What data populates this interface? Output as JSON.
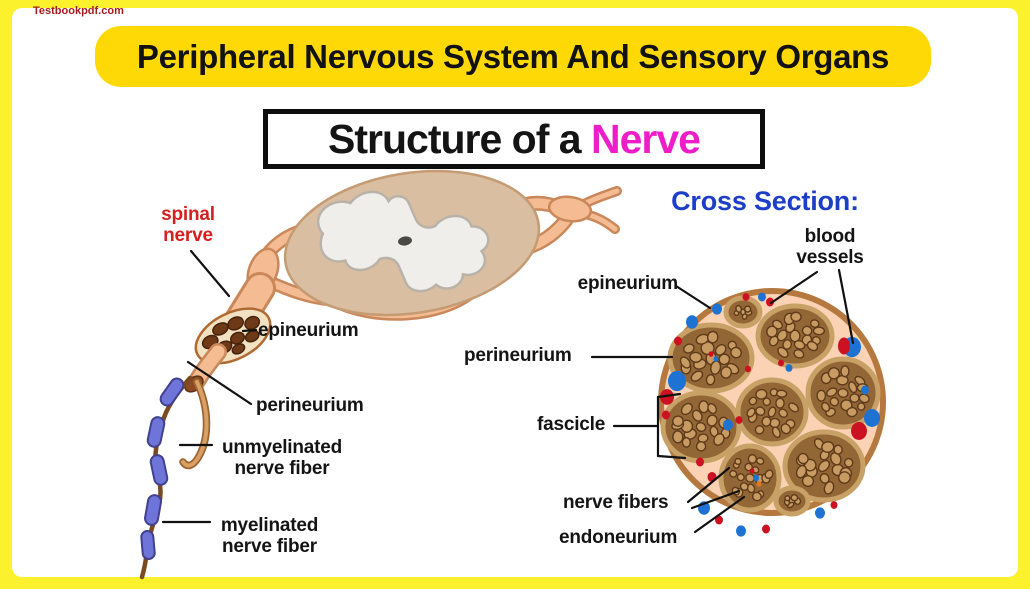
{
  "watermark": {
    "text": "Testbookpdf.com"
  },
  "banner": {
    "title": "Peripheral Nervous System And Sensory Organs"
  },
  "heading": {
    "prefix": "Structure of a ",
    "highlight": "Nerve"
  },
  "left_diagram": {
    "labels": {
      "spinal_nerve": {
        "line1": "spinal",
        "line2": "nerve"
      },
      "epineurium": "epineurium",
      "perineurium": "perineurium",
      "unmyelinated": {
        "line1": "unmyelinated",
        "line2": "nerve fiber"
      },
      "myelinated": {
        "line1": "myelinated",
        "line2": "nerve fiber"
      }
    }
  },
  "cross_section": {
    "title": "Cross Section:",
    "labels": {
      "blood_vessels": {
        "line1": "blood",
        "line2": "vessels"
      },
      "epineurium": "epineurium",
      "perineurium": "perineurium",
      "fascicle": "fascicle",
      "nerve_fibers": "nerve fibers",
      "endoneurium": "endoneurium"
    }
  },
  "colors": {
    "page_bg": "#FBF12D",
    "banner_bg": "#FFD906",
    "banner_text": "#121212",
    "heading_highlight": "#ED1EC8",
    "watermark_text": "#A51C1C",
    "spinal_nerve_label": "#D6201F",
    "cross_section_title": "#1C3EC8",
    "label_text": "#141414",
    "nerve_salmon": "#F5BC94",
    "nerve_salmon_outline": "#C9875A",
    "cord_fill": "#D9BEA2",
    "cord_outline": "#C59B73",
    "gray_matter": "#F0EEEA",
    "fascicle_ring": "#C8A167",
    "fascicle_fill": "#936636",
    "fiber_fill": "#C79B62",
    "fiber_outline": "#5E3A1B",
    "cs_bg": "#FBD2B4",
    "cs_border": "#B5793F",
    "vessel_red": "#CC1222",
    "vessel_blue": "#1D72D2",
    "vessel_orange": "#E07820",
    "myelin_fill": "#6F74D9",
    "myelin_outline": "#41418F",
    "leader_line": "#111111"
  }
}
